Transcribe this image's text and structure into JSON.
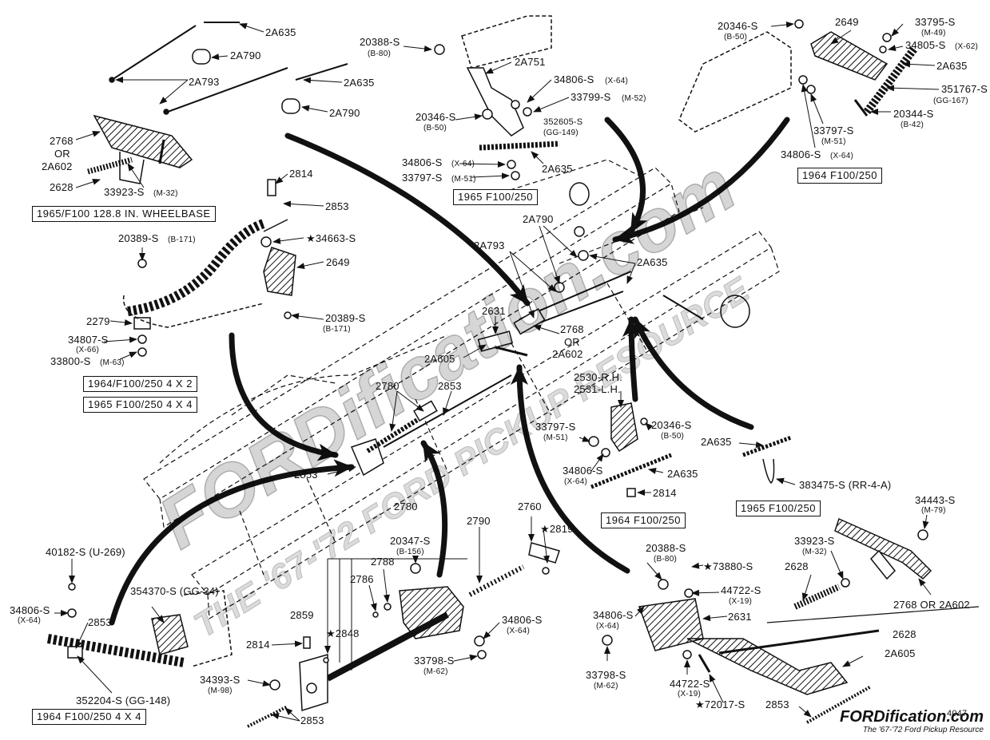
{
  "captions": {
    "c1965_f100_128": "1965/F100 128.8 IN. WHEELBASE",
    "c1965_f100_250_top": "1965 F100/250",
    "c1964_f100_250_top": "1964 F100/250",
    "c1964_f100_250_4x2": "1964/F100/250 4 X 2",
    "c1965_f100_250_4x4": "1965 F100/250 4 X 4",
    "c1965_f100_250_right": "1965 F100/250",
    "c1964_f100_250_mid": "1964 F100/250",
    "c1964_f100_250_4x4_bottom": "1964 F100/250 4 X 4"
  },
  "watermark": {
    "main": "FORDification.com",
    "tagline": "THE '67-'72 FORD PICKUP RESOURCE",
    "brand_main": "FORDification.com",
    "brand_tag": "The '67-'72 Ford Pickup Resource",
    "figure_no": "4047"
  },
  "labels": {
    "a2A635_1": "2A635",
    "a2A790_1": "2A790",
    "a2A793_1": "2A793",
    "a2A635_2": "2A635",
    "a2A790_2": "2A790",
    "a2768_or": "2768",
    "a_or_1": "OR",
    "a2A602_1": "2A602",
    "a2628_1": "2628",
    "a33923_1": "33923-S",
    "a33923_1_sub": "(M-32)",
    "b20388_1": "20388-S",
    "b20388_1_sub": "(B-80)",
    "b2A751": "2A751",
    "b34806_1": "34806-S",
    "b34806_1_sub": "(X-64)",
    "b33799": "33799-S",
    "b33799_sub": "(M-52)",
    "b20346_1": "20346-S",
    "b20346_1_sub": "(B-50)",
    "b352605": "352605-S",
    "b352605_sub": "(GG-149)",
    "b34806_2": "34806-S",
    "b34806_2_sub": "(X-64)",
    "b33797_1": "33797-S",
    "b33797_1_sub": "(M-51)",
    "b2A635": "2A635",
    "c20346_2": "20346-S",
    "c20346_2_sub": "(B-50)",
    "c2649_1": "2649",
    "c33795": "33795-S",
    "c33795_sub": "(M-49)",
    "c34805": "34805-S",
    "c34805_sub": "(X-62)",
    "c2A635": "2A635",
    "c351767": "351767-S",
    "c351767_sub": "(GG-167)",
    "c20344": "20344-S",
    "c20344_sub": "(B-42)",
    "c33797_2": "33797-S",
    "c33797_2_sub": "(M-51)",
    "c34806_3": "34806-S",
    "c34806_3_sub": "(X-64)",
    "d2814_1": "2814",
    "d2853_1": "2853",
    "d20389_1": "20389-S",
    "d20389_1_sub": "(B-171)",
    "d34663": "★34663-S",
    "d2649_2": "2649",
    "d2279": "2279",
    "d20389_2": "20389-S",
    "d20389_2_sub": "(B-171)",
    "d34807": "34807-S",
    "d34807_sub": "(X-66)",
    "d33800": "33800-S",
    "d33800_sub": "(M-63)",
    "e2A790": "2A790",
    "e2A793": "2A793",
    "e2A635": "2A635",
    "e2631": "2631",
    "e2768": "2768",
    "e_or": "OR",
    "e2A602": "2A602",
    "e2A605": "2A605",
    "e2780": "2780",
    "e2853": "2853",
    "e2853_b": "2853",
    "f2530": "2530-R.H.",
    "f2531": "2531-L.H.",
    "f33797": "33797-S",
    "f33797_sub": "(M-51)",
    "f20346": "20346-S",
    "f20346_sub": "(B-50)",
    "f34806": "34806-S",
    "f34806_sub": "(X-64)",
    "f2A635": "2A635",
    "f2814": "2814",
    "f2A635_r": "2A635",
    "f383475": "383475-S (RR-4-A)",
    "g34443": "34443-S",
    "g34443_sub": "(M-79)",
    "g33923": "33923-S",
    "g33923_sub": "(M-32)",
    "g2628": "2628",
    "g2768": "2768 OR 2A602",
    "h2780": "2780",
    "h2760": "2760",
    "h2819": "★2819",
    "h20347": "20347-S",
    "h20347_sub": "(B-156)",
    "h2788": "2788",
    "h2786": "2786",
    "h2790": "2790",
    "h2859": "2859",
    "h2848": "★2848",
    "h34806": "34806-S",
    "h34806_sub": "(X-64)",
    "h2814": "2814",
    "h33798": "33798-S",
    "h33798_sub": "(M-62)",
    "h34393": "34393-S",
    "h34393_sub": "(M-98)",
    "h2853": "2853",
    "i40182": "40182-S (U-269)",
    "i34806": "34806-S",
    "i34806_sub": "(X-64)",
    "i354370": "354370-S (GG-34)",
    "i2853": "2853",
    "i352204": "352204-S (GG-148)",
    "j20388": "20388-S",
    "j20388_sub": "(B-80)",
    "j73880": "★73880-S",
    "j44722_1": "44722-S",
    "j44722_1_sub": "(X-19)",
    "j2631": "2631",
    "j34806": "34806-S",
    "j34806_sub": "(X-64)",
    "j2628": "2628",
    "j2A605": "2A605",
    "j33798": "33798-S",
    "j33798_sub": "(M-62)",
    "j44722_2": "44722-S",
    "j44722_2_sub": "(X-19)",
    "j72017": "★72017-S",
    "j2853": "2853"
  }
}
